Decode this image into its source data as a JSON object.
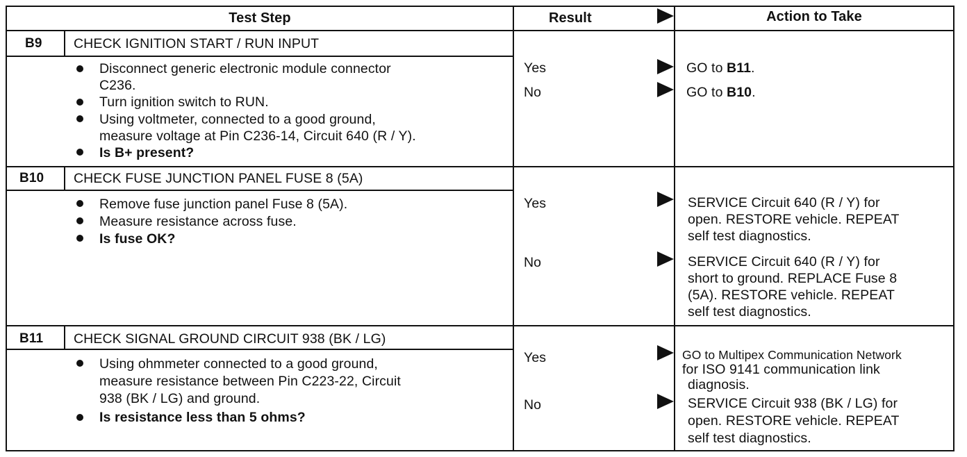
{
  "header": {
    "test_step": "Test Step",
    "result": "Result",
    "action": "Action to Take"
  },
  "steps": [
    {
      "id": "B9",
      "title": "CHECK IGNITION START / RUN INPUT",
      "bullets": [
        {
          "lines": [
            "Disconnect generic electronic module connector",
            "C236."
          ]
        },
        {
          "lines": [
            "Turn ignition switch to RUN."
          ]
        },
        {
          "lines": [
            "Using voltmeter, connected to a good ground,",
            "measure voltage at Pin C236-14, Circuit 640 (R / Y)."
          ]
        },
        {
          "lines": [
            "Is B+ present?"
          ]
        }
      ],
      "results": [
        {
          "label": "Yes",
          "action_prefix": "GO to ",
          "action_bold": "B11",
          "action_suffix": "."
        },
        {
          "label": "No",
          "action_prefix": "GO to ",
          "action_bold": "B10",
          "action_suffix": "."
        }
      ]
    },
    {
      "id": "B10",
      "title": "CHECK FUSE JUNCTION PANEL FUSE 8 (5A)",
      "bullets": [
        {
          "lines": [
            "Remove fuse junction panel Fuse 8 (5A)."
          ]
        },
        {
          "lines": [
            "Measure resistance across fuse."
          ]
        },
        {
          "lines": [
            "Is fuse OK?"
          ]
        }
      ],
      "results": [
        {
          "label": "Yes",
          "action_lines": [
            "SERVICE Circuit 640 (R / Y) for",
            "open. RESTORE vehicle. REPEAT",
            "self test diagnostics."
          ]
        },
        {
          "label": "No",
          "action_lines": [
            "SERVICE Circuit 640 (R / Y) for",
            "short to ground. REPLACE Fuse 8",
            "(5A). RESTORE vehicle. REPEAT",
            "self test diagnostics."
          ]
        }
      ]
    },
    {
      "id": "B11",
      "title": "CHECK SIGNAL GROUND CIRCUIT 938 (BK / LG)",
      "bullets": [
        {
          "lines": [
            "Using ohmmeter connected to a good ground,",
            "measure resistance between Pin C223-22, Circuit",
            "938 (BK / LG) and ground."
          ]
        },
        {
          "lines": [
            "Is resistance less than 5 ohms?"
          ]
        }
      ],
      "results": [
        {
          "label": "Yes",
          "action_lines": [
            "GO to Multipex Communication Network",
            "for ISO 9141 communication link",
            "diagnosis."
          ]
        },
        {
          "label": "No",
          "action_lines": [
            "SERVICE Circuit 938 (BK / LG) for",
            "open. RESTORE vehicle. REPEAT",
            "self test diagnostics."
          ]
        }
      ]
    }
  ]
}
